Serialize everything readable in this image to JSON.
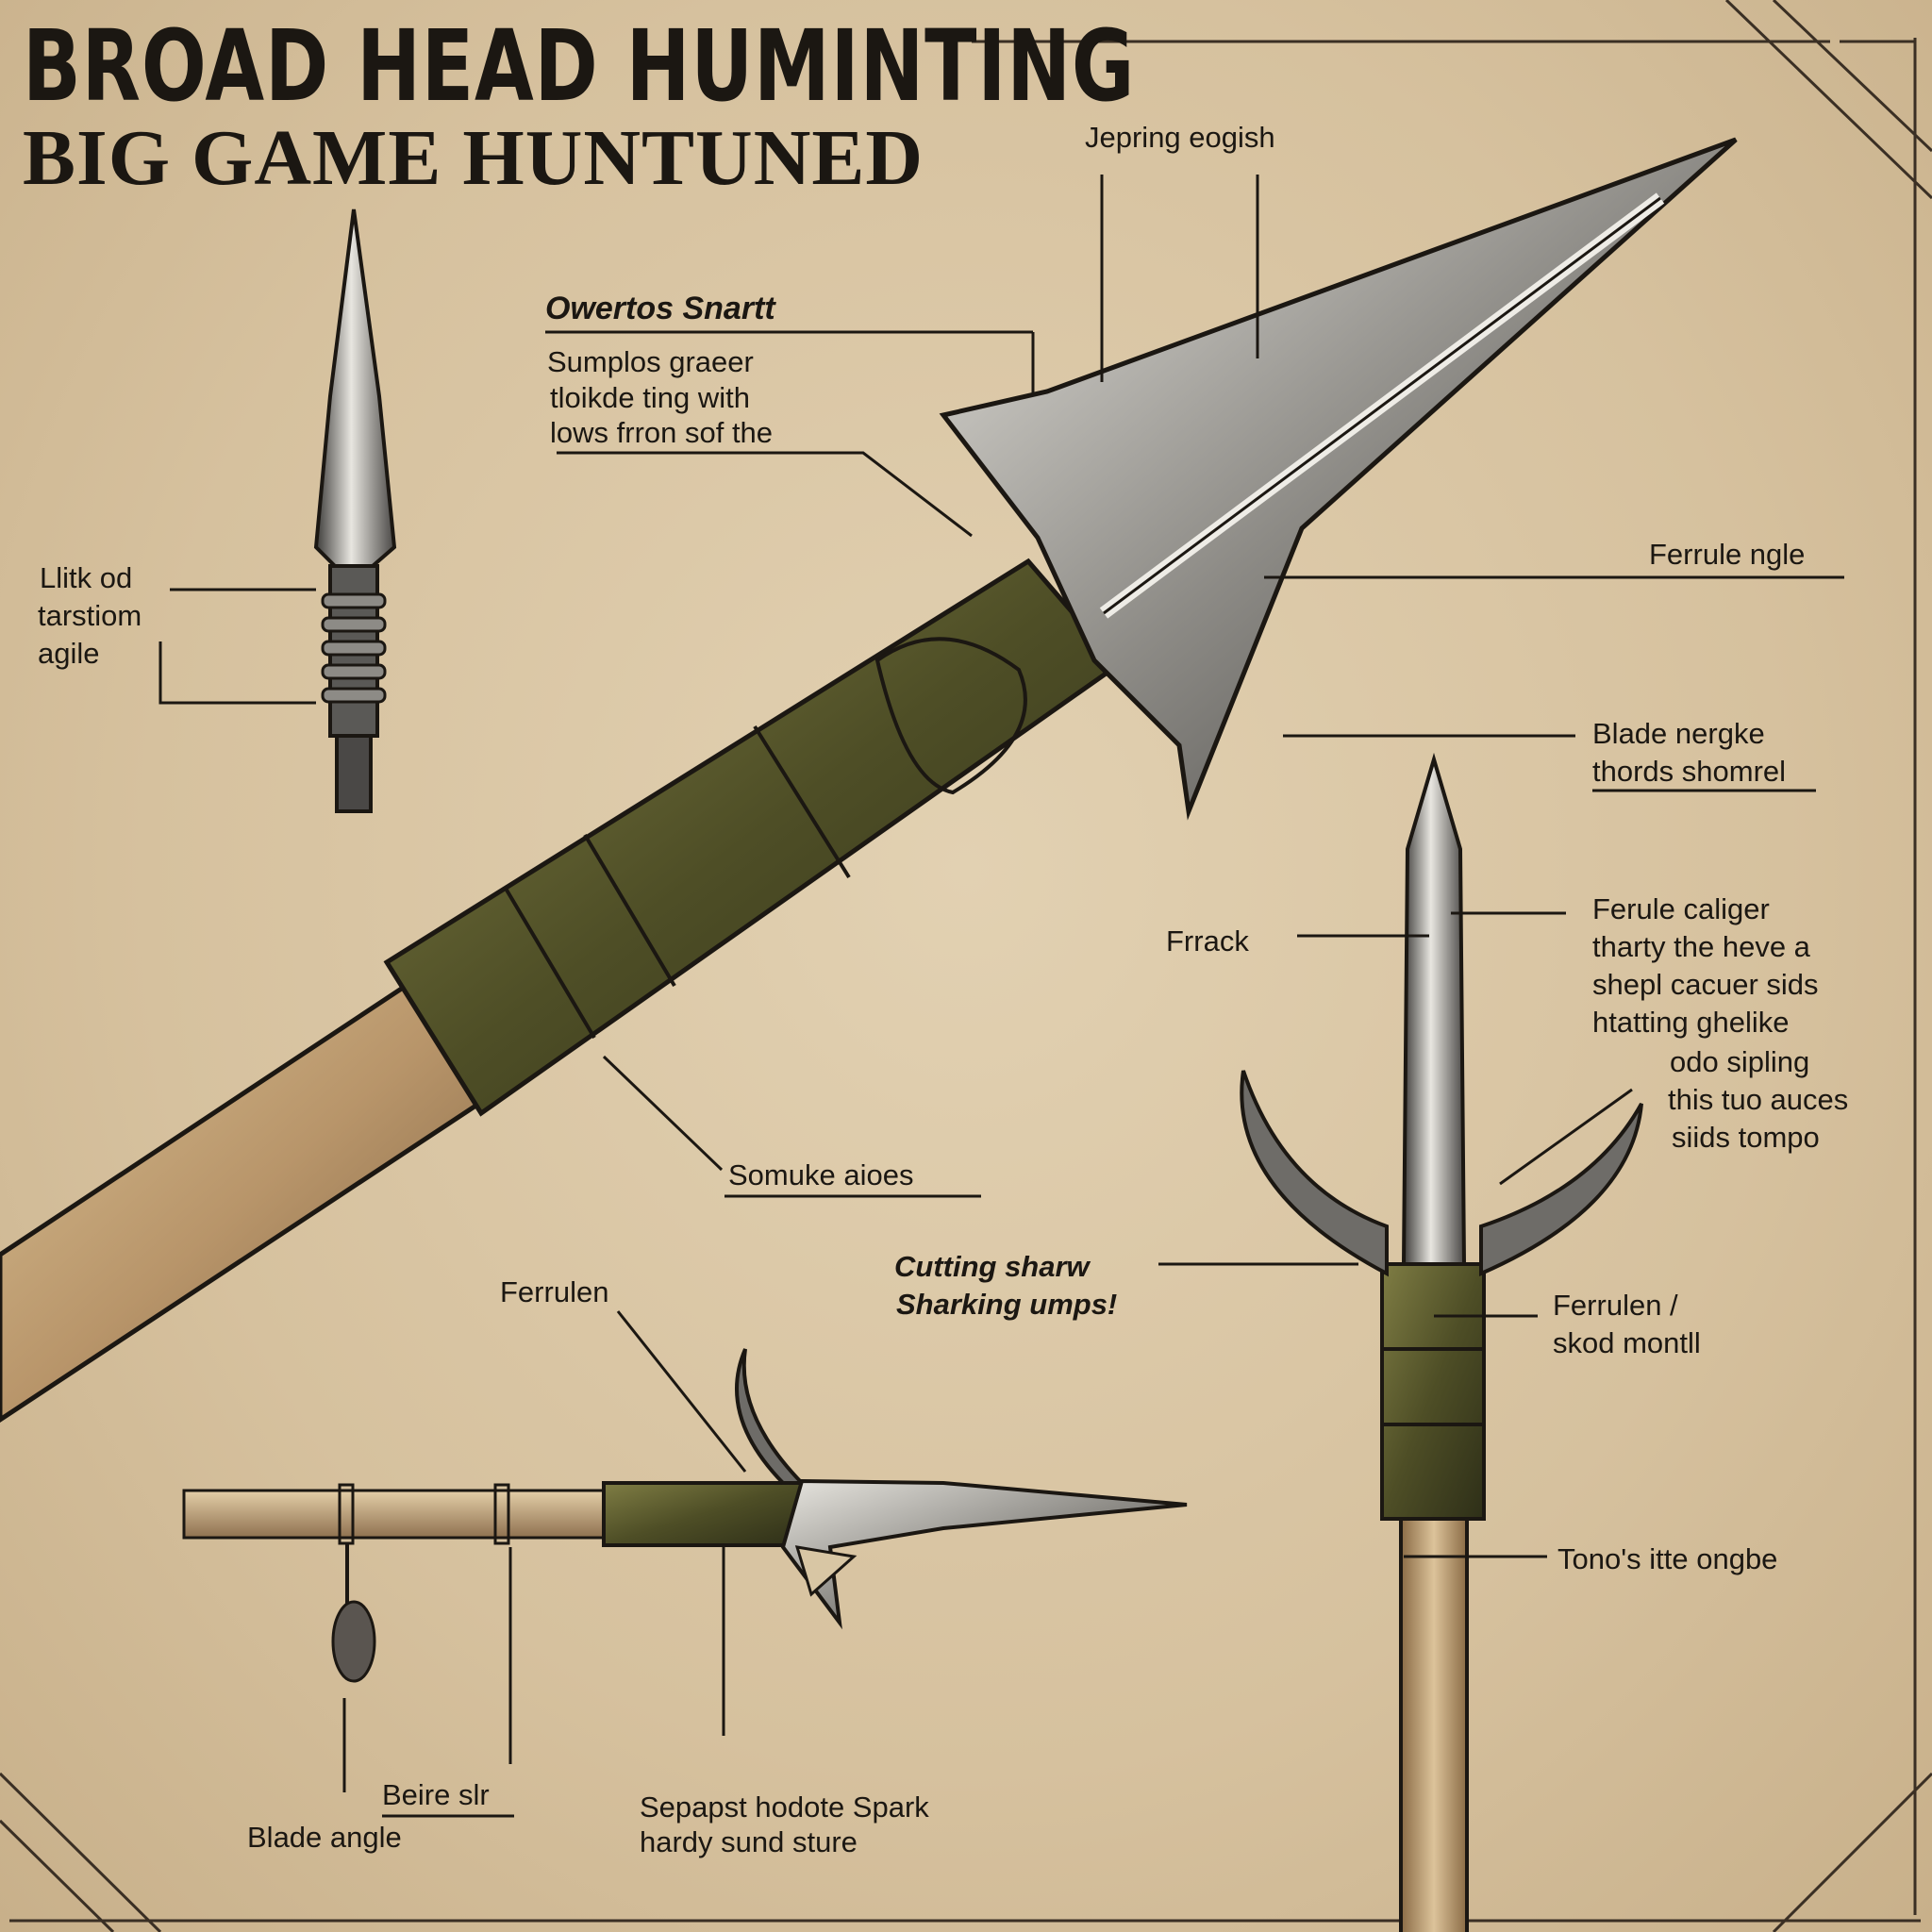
{
  "title": {
    "line1": "BROAD HEAD HUMINTING",
    "line2": "BIG GAME HUNTUNED"
  },
  "labels": {
    "jepring": "Jepring eogish",
    "owertos_heading": "Owertos Snartt",
    "owertos_body": [
      "Sumplos graeer",
      "tloikde ting with",
      "lows frron sof the"
    ],
    "llitk": [
      "Llitk od",
      "tarstiom",
      "agile"
    ],
    "ferrule_ngle": "Ferrule ngle",
    "blade_nergke": [
      "Blade nergke",
      "thords shomrel"
    ],
    "frrack": "Frrack",
    "ferule_caliger": [
      "Ferule caliger",
      "tharty the heve a",
      "shepl cacuer sids",
      "htatting ghelike"
    ],
    "ferule_caliger_cont": [
      "odo sipling",
      "this tuo auces",
      "siids tompo"
    ],
    "somuke": "Somuke aioes",
    "ferrulen_left": "Ferrulen",
    "cutting": [
      "Cutting sharw",
      "Sharking umps!"
    ],
    "ferrulen_right": [
      "Ferrulen /",
      "skod montll"
    ],
    "tonos": "Tono's itte ongbe",
    "beire": "Beire slr",
    "blade_angle": "Blade angle",
    "sepapst": [
      "Sepapst hodote Spark",
      "hardy sund sture"
    ]
  },
  "colors": {
    "paper": "#d9c6a5",
    "ink": "#1b1712",
    "ferrule": "#5a5a2c",
    "shaft": "#b89868",
    "steel": "#8a8a8a"
  }
}
